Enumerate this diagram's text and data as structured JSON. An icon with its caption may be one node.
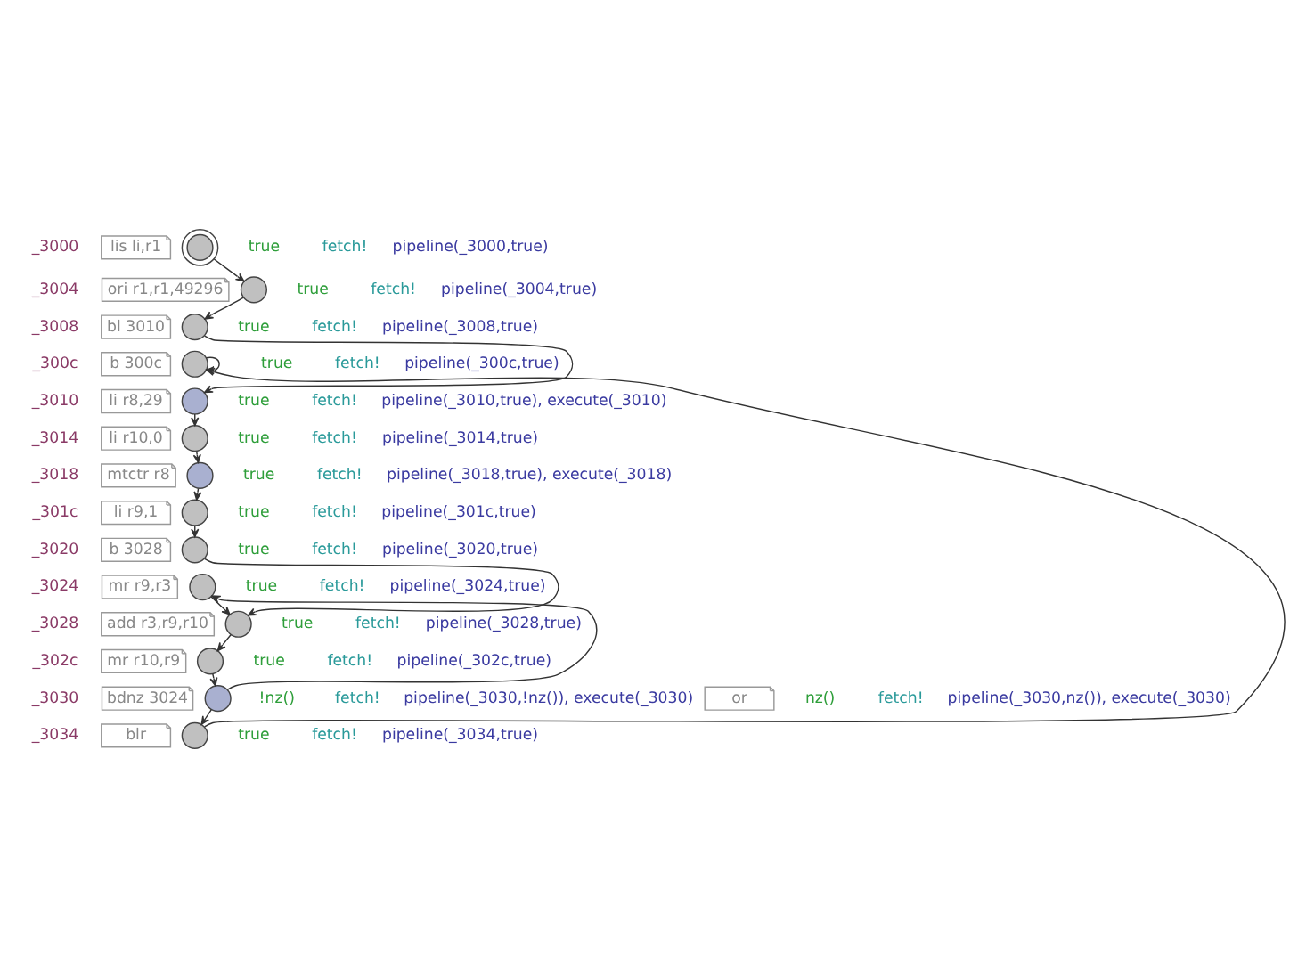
{
  "diagram": {
    "nodes": [
      {
        "text": [
          "lis li,r1"
        ]
      },
      {
        "text": [],
        "shape": "circle"
      },
      {
        "text": [
          "ori r1,r1,49296"
        ]
      },
      {
        "text": [],
        "shape": "circle"
      },
      {
        "text": [
          "bl 3010"
        ]
      },
      {
        "text": [],
        "shape": "circle"
      },
      {
        "text": [
          "b 300c"
        ]
      },
      {
        "text": [],
        "shape": "circle"
      },
      {
        "text": [
          "li r8,29"
        ]
      },
      {
        "text": [],
        "shape": "circle"
      },
      {
        "text": [
          "li r10,0"
        ]
      },
      {
        "text": [],
        "shape": "circle"
      },
      {
        "text": [
          "mtctr r8"
        ]
      },
      {
        "text": [],
        "shape": "circle"
      },
      {
        "text": [
          "li r9,1"
        ]
      },
      {
        "text": [],
        "shape": "circle"
      },
      {
        "text": [
          "b 3028"
        ]
      },
      {
        "text": [],
        "shape": "circle"
      },
      {
        "text": [
          "mr r9,r3"
        ]
      },
      {
        "text": [],
        "shape": "circle"
      },
      {
        "text": [
          "add r3,r9,r10"
        ]
      },
      {
        "text": [],
        "shape": "circle"
      },
      {
        "text": [
          "mr r10,r9"
        ]
      },
      {
        "text": [],
        "shape": "circle"
      },
      {
        "text": [
          "bdnz 3024"
        ]
      },
      {
        "text": [],
        "shape": "circle"
      },
      {
        "text": [
          "or"
        ]
      },
      {
        "text": [
          "blr"
        ]
      },
      {
        "text": [],
        "shape": "circle"
      }
    ],
    "edges": [
      {
        "from": 1,
        "to": 3,
        "arrow": "to"
      },
      {
        "from": 3,
        "to": 5,
        "arrow": "to"
      },
      {
        "from": 5,
        "to": 9,
        "arrow": "to"
      },
      {
        "from": 7,
        "to": 7,
        "arrow": "to"
      },
      {
        "from": 9,
        "to": 11,
        "arrow": "to"
      },
      {
        "from": 11,
        "to": 13,
        "arrow": "to"
      },
      {
        "from": 13,
        "to": 15,
        "arrow": "to"
      },
      {
        "from": 15,
        "to": 17,
        "arrow": "to"
      },
      {
        "from": 17,
        "to": 21,
        "arrow": "to"
      },
      {
        "from": 19,
        "to": 21,
        "arrow": "to"
      },
      {
        "from": 21,
        "to": 23,
        "arrow": "to"
      },
      {
        "from": 23,
        "to": 25,
        "arrow": "to"
      },
      {
        "from": 25,
        "to": 19,
        "arrow": "to"
      },
      {
        "from": 25,
        "to": 28,
        "arrow": "to"
      },
      {
        "from": 28,
        "to": 7,
        "arrow": "to"
      }
    ],
    "labels": [
      "_3000",
      "true",
      "fetch!",
      "pipeline(_3000,true)",
      "_3004",
      "true",
      "fetch!",
      "pipeline(_3004,true)",
      "_3008",
      "true",
      "fetch!",
      "pipeline(_3008,true)",
      "_300c",
      "true",
      "fetch!",
      "pipeline(_300c,true)",
      "_3010",
      "true",
      "fetch!",
      "pipeline(_3010,true), execute(_3010)",
      "_3014",
      "true",
      "fetch!",
      "pipeline(_3014,true)",
      "_3018",
      "true",
      "fetch!",
      "pipeline(_3018,true), execute(_3018)",
      "_301c",
      "true",
      "fetch!",
      "pipeline(_301c,true)",
      "_3020",
      "true",
      "fetch!",
      "pipeline(_3020,true)",
      "_3024",
      "true",
      "fetch!",
      "pipeline(_3024,true)",
      "_3028",
      "true",
      "fetch!",
      "pipeline(_3028,true)",
      "_302c",
      "true",
      "fetch!",
      "pipeline(_302c,true)",
      "_3030",
      "!nz()",
      "fetch!",
      "pipeline(_3030,!nz()), execute(_3030)",
      "nz()",
      "fetch!",
      "pipeline(_3030,nz()), execute(_3030)",
      "_3034",
      "true",
      "fetch!",
      "pipeline(_3034,true)"
    ]
  }
}
